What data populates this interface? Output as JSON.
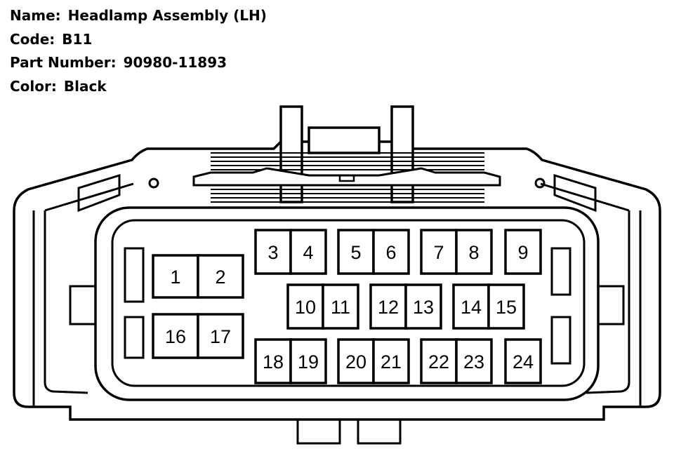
{
  "header": {
    "name_label": "Name:",
    "name_value": "Headlamp Assembly (LH)",
    "code_label": "Code:",
    "code_value": "B11",
    "part_label": "Part Number:",
    "part_value": "90980-11893",
    "color_label": "Color:",
    "color_value": "Black"
  },
  "pins": [
    {
      "label": "1"
    },
    {
      "label": "2"
    },
    {
      "label": "3"
    },
    {
      "label": "4"
    },
    {
      "label": "5"
    },
    {
      "label": "6"
    },
    {
      "label": "7"
    },
    {
      "label": "8"
    },
    {
      "label": "9"
    },
    {
      "label": "10"
    },
    {
      "label": "11"
    },
    {
      "label": "12"
    },
    {
      "label": "13"
    },
    {
      "label": "14"
    },
    {
      "label": "15"
    },
    {
      "label": "16"
    },
    {
      "label": "17"
    },
    {
      "label": "18"
    },
    {
      "label": "19"
    },
    {
      "label": "20"
    },
    {
      "label": "21"
    },
    {
      "label": "22"
    },
    {
      "label": "23"
    },
    {
      "label": "24"
    }
  ],
  "colors": {
    "line": "#000000",
    "background": "#ffffff"
  }
}
